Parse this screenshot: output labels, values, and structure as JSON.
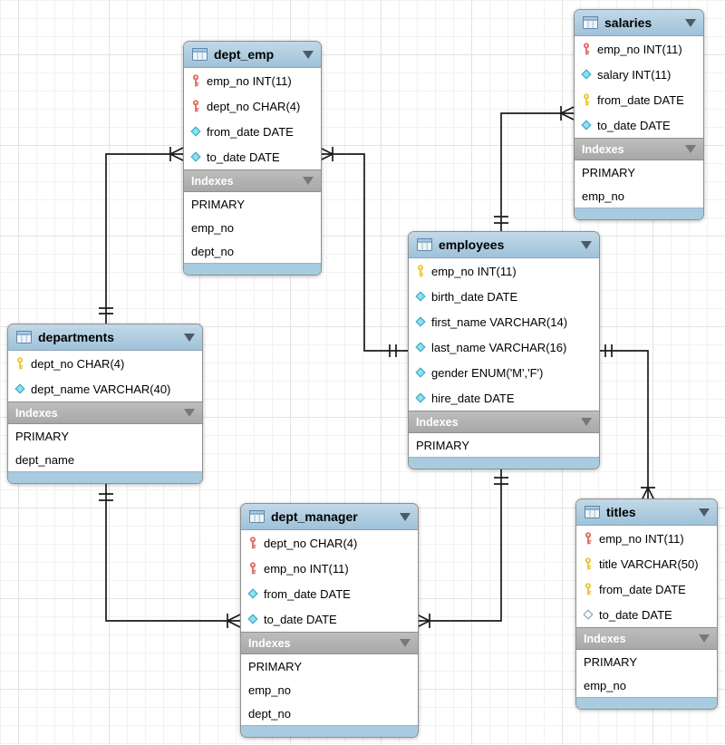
{
  "tables": [
    {
      "name": "dept_emp",
      "indexes_label": "Indexes",
      "fields": [
        {
          "label": "emp_no INT(11)",
          "icon": "red-key"
        },
        {
          "label": "dept_no CHAR(4)",
          "icon": "red-key"
        },
        {
          "label": "from_date DATE",
          "icon": "cyan-diamond"
        },
        {
          "label": "to_date DATE",
          "icon": "cyan-diamond"
        }
      ],
      "indexes": [
        "PRIMARY",
        "emp_no",
        "dept_no"
      ]
    },
    {
      "name": "salaries",
      "indexes_label": "Indexes",
      "fields": [
        {
          "label": "emp_no INT(11)",
          "icon": "red-key"
        },
        {
          "label": "salary INT(11)",
          "icon": "cyan-diamond"
        },
        {
          "label": "from_date DATE",
          "icon": "yellow-key"
        },
        {
          "label": "to_date DATE",
          "icon": "cyan-diamond"
        }
      ],
      "indexes": [
        "PRIMARY",
        "emp_no"
      ]
    },
    {
      "name": "departments",
      "indexes_label": "Indexes",
      "fields": [
        {
          "label": "dept_no CHAR(4)",
          "icon": "yellow-key"
        },
        {
          "label": "dept_name VARCHAR(40)",
          "icon": "cyan-diamond"
        }
      ],
      "indexes": [
        "PRIMARY",
        "dept_name"
      ]
    },
    {
      "name": "employees",
      "indexes_label": "Indexes",
      "fields": [
        {
          "label": "emp_no INT(11)",
          "icon": "yellow-key"
        },
        {
          "label": "birth_date DATE",
          "icon": "cyan-diamond"
        },
        {
          "label": "first_name VARCHAR(14)",
          "icon": "cyan-diamond"
        },
        {
          "label": "last_name VARCHAR(16)",
          "icon": "cyan-diamond"
        },
        {
          "label": "gender ENUM('M','F')",
          "icon": "cyan-diamond"
        },
        {
          "label": "hire_date DATE",
          "icon": "cyan-diamond"
        }
      ],
      "indexes": [
        "PRIMARY"
      ]
    },
    {
      "name": "dept_manager",
      "indexes_label": "Indexes",
      "fields": [
        {
          "label": "dept_no CHAR(4)",
          "icon": "red-key"
        },
        {
          "label": "emp_no INT(11)",
          "icon": "red-key"
        },
        {
          "label": "from_date DATE",
          "icon": "cyan-diamond"
        },
        {
          "label": "to_date DATE",
          "icon": "cyan-diamond"
        }
      ],
      "indexes": [
        "PRIMARY",
        "emp_no",
        "dept_no"
      ]
    },
    {
      "name": "titles",
      "indexes_label": "Indexes",
      "fields": [
        {
          "label": "emp_no INT(11)",
          "icon": "red-key"
        },
        {
          "label": "title VARCHAR(50)",
          "icon": "yellow-key"
        },
        {
          "label": "from_date DATE",
          "icon": "yellow-key"
        },
        {
          "label": "to_date DATE",
          "icon": "hollow-diamond"
        }
      ],
      "indexes": [
        "PRIMARY",
        "emp_no"
      ]
    }
  ],
  "relationships": [
    {
      "from": "dept_emp",
      "to": "departments",
      "from_cardinality": "many",
      "to_cardinality": "one"
    },
    {
      "from": "dept_emp",
      "to": "employees",
      "from_cardinality": "many",
      "to_cardinality": "one"
    },
    {
      "from": "salaries",
      "to": "employees",
      "from_cardinality": "many",
      "to_cardinality": "one"
    },
    {
      "from": "titles",
      "to": "employees",
      "from_cardinality": "many",
      "to_cardinality": "one"
    },
    {
      "from": "dept_manager",
      "to": "employees",
      "from_cardinality": "many",
      "to_cardinality": "one"
    },
    {
      "from": "dept_manager",
      "to": "departments",
      "from_cardinality": "many",
      "to_cardinality": "one"
    }
  ],
  "colors": {
    "table_header_blue": "#a9c8de",
    "indexes_bar_gray": "#ababab",
    "red_key": "#e0756b",
    "yellow_key": "#eec93f",
    "cyan_diamond": "#8fe0ee",
    "line_black": "#1b1b1b"
  }
}
